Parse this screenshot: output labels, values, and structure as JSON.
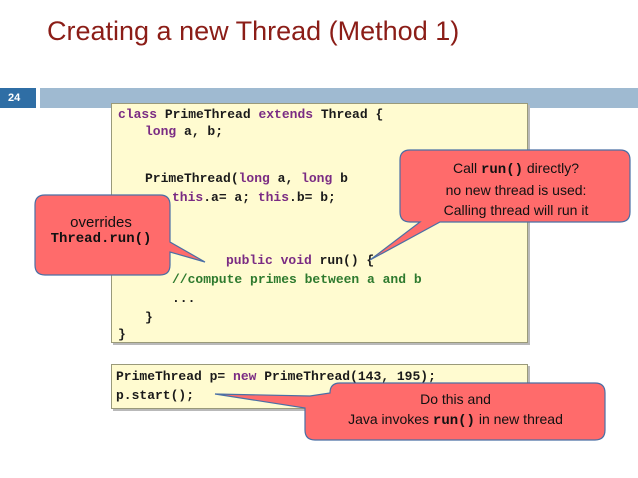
{
  "slide": {
    "title": "Creating a new Thread (Method 1)",
    "number": "24"
  },
  "code_top": {
    "l1_a": "class ",
    "l1_b": "PrimeThread ",
    "l1_c": "extends",
    "l1_d": " Thread {",
    "l2_a": "long",
    "l2_b": " a, b;",
    "l3_a": "PrimeThread(",
    "l3_b": "long",
    "l3_c": " a, ",
    "l3_d": "long",
    "l3_e": " b",
    "l4_a": "this",
    "l4_b": ".a= a; ",
    "l4_c": "this",
    "l4_d": ".b= b;",
    "l6_a": "public void",
    "l6_b": " run() {",
    "l7": "//compute primes between a and b",
    "l8": "...",
    "l9": "}",
    "l10": "}"
  },
  "code_bottom": {
    "l1_a": "PrimeThread p= ",
    "l1_b": "new",
    "l1_c": " PrimeThread(143, 195);",
    "l2": "p.start();"
  },
  "callouts": {
    "overrides_line1": "overrides",
    "overrides_line2": "Thread.run()",
    "direct_a": "Call ",
    "direct_b": "run()",
    "direct_c": " directly?",
    "direct_line2": "no new thread is used:",
    "direct_line3": "Calling thread will run it",
    "dothis_line1": "Do this and",
    "dothis_a": "Java invokes ",
    "dothis_b": "run()",
    "dothis_c": " in new thread"
  },
  "colors": {
    "title": "#8b1d17",
    "slide_number_bg": "#2f6ea5",
    "rule": "#9fbad1",
    "code_bg": "#fffbd0",
    "callout_fill": "#ff6b6b",
    "keyword": "#7a2b83",
    "comment": "#2e7a2e"
  }
}
